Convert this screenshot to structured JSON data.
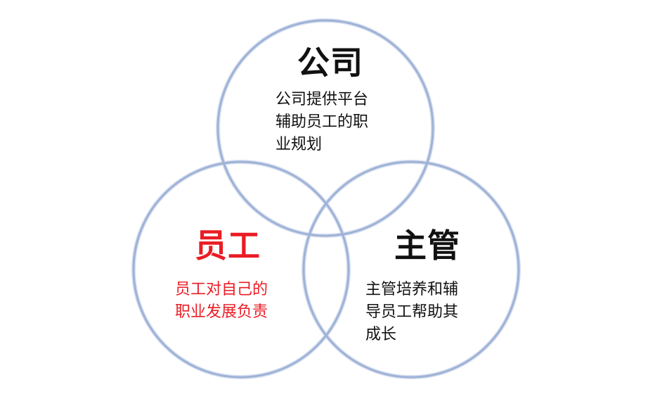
{
  "nodes": {
    "company": {
      "title": "公司",
      "body": "公司提供平台\n辅助员工的职\n业规划"
    },
    "employee": {
      "title": "员工",
      "body": "员工对自己的\n职业发展负责"
    },
    "manager": {
      "title": "主管",
      "body": "主管培养和辅\n导员工帮助其\n成长"
    }
  },
  "colors": {
    "circle": "#9fb2d6",
    "accent": "#ea1c24",
    "text": "#111111"
  }
}
